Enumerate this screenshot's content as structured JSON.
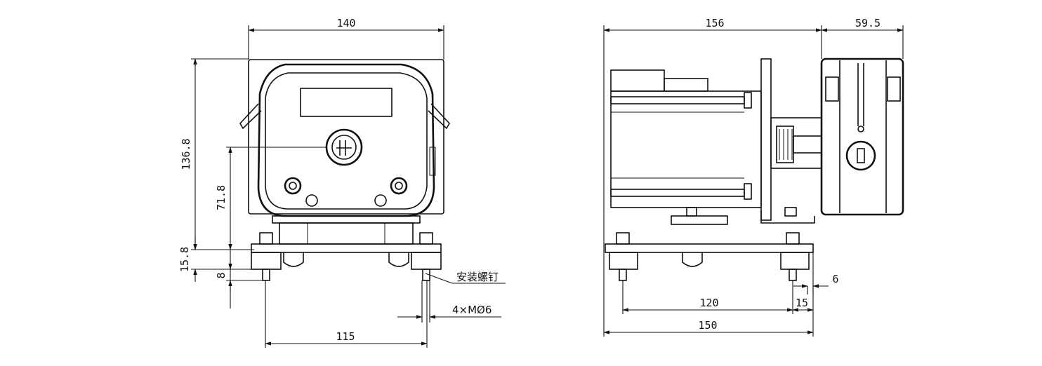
{
  "dimensions": {
    "front_width": "140",
    "front_height": "136.8",
    "shaft_height": "71.8",
    "base_thickness": "15.8",
    "screw_length": "8",
    "front_hole_spacing": "115",
    "side_length": "156",
    "side_head_width": "59.5",
    "side_hole_spacing": "120",
    "side_base_length": "150",
    "side_offset": "15",
    "side_plate": "6"
  },
  "annotations": {
    "mounting_screw": "安装螺钉",
    "screw_spec": "4×MØ6"
  },
  "colors": {
    "line": "#111111",
    "background": "#ffffff"
  }
}
